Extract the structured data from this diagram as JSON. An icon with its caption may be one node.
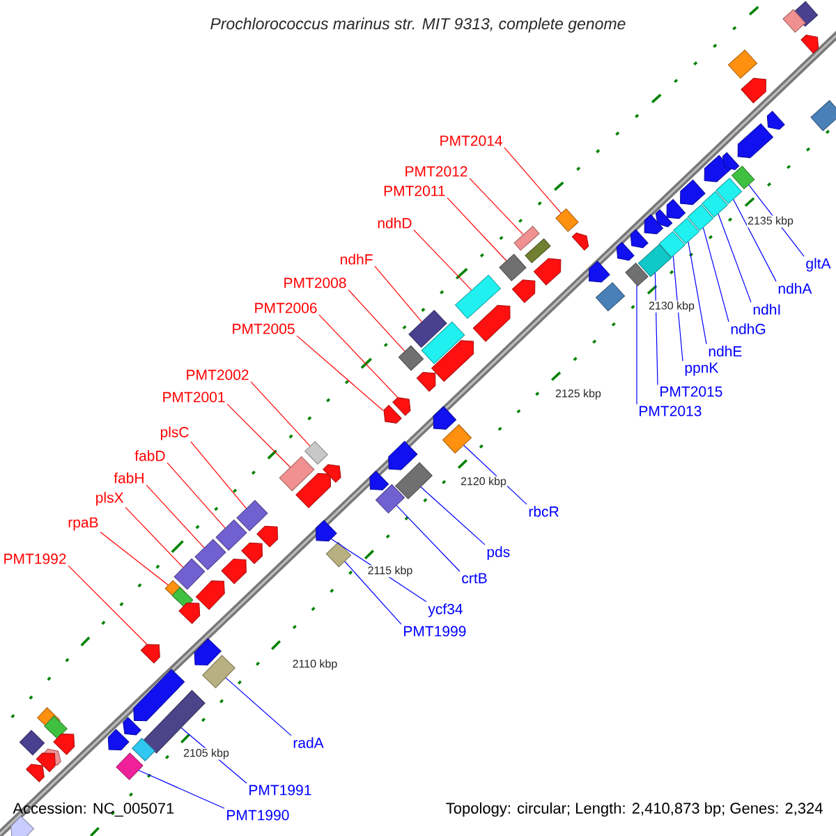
{
  "diagram": {
    "title": "Prochlorococcus marinus str. MIT 9313, complete genome",
    "nodes": [
      {
        "text": [
          "PMT2014"
        ]
      },
      {
        "text": [
          "PMT2012"
        ]
      },
      {
        "text": [
          "PMT2011"
        ]
      },
      {
        "text": [
          "ndhD"
        ]
      },
      {
        "text": [
          "ndhF"
        ]
      },
      {
        "text": [
          "PMT2008"
        ]
      },
      {
        "text": [
          "PMT2006"
        ]
      },
      {
        "text": [
          "PMT2005"
        ]
      },
      {
        "text": [
          "PMT2002"
        ]
      },
      {
        "text": [
          "PMT2001"
        ]
      },
      {
        "text": [
          "plsC"
        ]
      },
      {
        "text": [
          "fabD"
        ]
      },
      {
        "text": [
          "fabH"
        ]
      },
      {
        "text": [
          "plsX"
        ]
      },
      {
        "text": [
          "rpaB"
        ]
      },
      {
        "text": [
          "PMT1992"
        ]
      },
      {
        "text": [
          "gltA"
        ]
      },
      {
        "text": [
          "ndhA"
        ]
      },
      {
        "text": [
          "ndhI"
        ]
      },
      {
        "text": [
          "ndhG"
        ]
      },
      {
        "text": [
          "ndhE"
        ]
      },
      {
        "text": [
          "ppnK"
        ]
      },
      {
        "text": [
          "PMT2015"
        ]
      },
      {
        "text": [
          "PMT2013"
        ]
      },
      {
        "text": [
          "rbcR"
        ]
      },
      {
        "text": [
          "pds"
        ]
      },
      {
        "text": [
          "crtB"
        ]
      },
      {
        "text": [
          "ycf34"
        ]
      },
      {
        "text": [
          "PMT1999"
        ]
      },
      {
        "text": [
          "radA"
        ]
      },
      {
        "text": [
          "PMT1991"
        ]
      },
      {
        "text": [
          "PMT1990"
        ]
      },
      {
        "text": [],
        "shape": "diamond"
      },
      {
        "text": [],
        "shape": "box"
      },
      {
        "text": [],
        "shape": "diamond"
      },
      {
        "text": [],
        "shape": "box"
      },
      {
        "text": [],
        "shape": "box"
      },
      {
        "text": [],
        "shape": "diamond"
      },
      {
        "text": [],
        "shape": "arrow"
      },
      {
        "text": [],
        "shape": "arrow"
      },
      {
        "text": [],
        "shape": "diamond"
      },
      {
        "text": [],
        "shape": "box"
      },
      {
        "text": [],
        "shape": "box"
      },
      {
        "text": [],
        "shape": "box"
      },
      {
        "text": [],
        "shape": "box"
      },
      {
        "text": [],
        "shape": "box"
      },
      {
        "text": [],
        "shape": "box"
      },
      {
        "text": [],
        "shape": "arrow"
      },
      {
        "text": [],
        "shape": "diamond"
      },
      {
        "text": [],
        "shape": "diamond"
      },
      {
        "text": [],
        "shape": "diamond"
      },
      {
        "text": [],
        "shape": "diamond"
      },
      {
        "text": [],
        "shape": "diamond"
      },
      {
        "text": [],
        "shape": "diamond"
      },
      {
        "text": [],
        "shape": "box"
      },
      {
        "text": [],
        "shape": "diamond"
      },
      {
        "text": [],
        "shape": "diamond"
      },
      {
        "text": [],
        "shape": "box"
      },
      {
        "text": [],
        "shape": "diamond"
      },
      {
        "text": [],
        "shape": "arrow"
      },
      {
        "text": [],
        "shape": "diamond"
      },
      {
        "text": [],
        "shape": "box"
      },
      {
        "text": [],
        "shape": "box"
      },
      {
        "text": [],
        "shape": "diamond"
      },
      {
        "text": [],
        "shape": "diamond"
      },
      {
        "text": [],
        "shape": "diamond"
      },
      {
        "text": [],
        "shape": "diamond"
      },
      {
        "text": [],
        "shape": "arrow"
      },
      {
        "text": [],
        "shape": "arrow"
      },
      {
        "text": [],
        "shape": "arrow"
      },
      {
        "text": [],
        "shape": "arrow"
      },
      {
        "text": [],
        "shape": "box"
      },
      {
        "text": [],
        "shape": "arrow"
      },
      {
        "text": [],
        "shape": "arrow"
      },
      {
        "text": [],
        "shape": "arrow"
      },
      {
        "text": [],
        "shape": "arrow"
      },
      {
        "text": [],
        "shape": "arrow"
      },
      {
        "text": [],
        "shape": "arrow"
      },
      {
        "text": [],
        "shape": "arrow"
      },
      {
        "text": [],
        "shape": "box"
      },
      {
        "text": [],
        "shape": "arrow"
      },
      {
        "text": [],
        "shape": "arrow"
      },
      {
        "text": [],
        "shape": "arrow"
      },
      {
        "text": [],
        "shape": "box"
      },
      {
        "text": [],
        "shape": "arrow"
      },
      {
        "text": [],
        "shape": "arrow"
      },
      {
        "text": [],
        "shape": "arrow"
      },
      {
        "text": [],
        "shape": "diamond"
      },
      {
        "text": [],
        "shape": "arrow"
      },
      {
        "text": [],
        "shape": "diamond"
      },
      {
        "text": [],
        "shape": "diamond"
      },
      {
        "text": [],
        "shape": "arrow"
      },
      {
        "text": [],
        "shape": "arrow"
      },
      {
        "text": [],
        "shape": "arrow"
      },
      {
        "text": [],
        "shape": "arrow"
      },
      {
        "text": [],
        "shape": "diamond"
      },
      {
        "text": [],
        "shape": "arrow"
      },
      {
        "text": [],
        "shape": "arrow"
      },
      {
        "text": [],
        "shape": "arrow"
      },
      {
        "text": [],
        "shape": "arrow"
      },
      {
        "text": [],
        "shape": "arrow"
      },
      {
        "text": [],
        "shape": "diamond"
      },
      {
        "text": [],
        "shape": "arrow"
      },
      {
        "text": [],
        "shape": "arrow"
      },
      {
        "text": [],
        "shape": "arrow"
      },
      {
        "text": [],
        "shape": "arrow"
      },
      {
        "text": [],
        "shape": "arrow"
      },
      {
        "text": [],
        "shape": "arrow"
      },
      {
        "text": [],
        "shape": "arrow"
      },
      {
        "text": [],
        "shape": "arrow"
      },
      {
        "text": [],
        "shape": "arrow"
      },
      {
        "text": [],
        "shape": "arrow"
      },
      {
        "text": [],
        "shape": "box"
      },
      {
        "text": [],
        "shape": "arrow"
      }
    ],
    "edges": [
      {
        "from": 0,
        "to": 32,
        "arrow": "none",
        "color": "#ff0000"
      },
      {
        "from": 1,
        "to": 33,
        "arrow": "none",
        "color": "#ff0000"
      },
      {
        "from": 2,
        "to": 34,
        "arrow": "none",
        "color": "#ff0000"
      },
      {
        "from": 3,
        "to": 35,
        "arrow": "none",
        "color": "#ff0000"
      },
      {
        "from": 4,
        "to": 36,
        "arrow": "none",
        "color": "#ff0000"
      },
      {
        "from": 5,
        "to": 37,
        "arrow": "none",
        "color": "#ff0000"
      },
      {
        "from": 6,
        "to": 38,
        "arrow": "none",
        "color": "#ff0000"
      },
      {
        "from": 7,
        "to": 39,
        "arrow": "none",
        "color": "#ff0000"
      },
      {
        "from": 8,
        "to": 40,
        "arrow": "none",
        "color": "#ff0000"
      },
      {
        "from": 9,
        "to": 41,
        "arrow": "none",
        "color": "#ff0000"
      },
      {
        "from": 10,
        "to": 42,
        "arrow": "none",
        "color": "#ff0000"
      },
      {
        "from": 11,
        "to": 43,
        "arrow": "none",
        "color": "#ff0000"
      },
      {
        "from": 12,
        "to": 44,
        "arrow": "none",
        "color": "#ff0000"
      },
      {
        "from": 13,
        "to": 45,
        "arrow": "none",
        "color": "#ff0000"
      },
      {
        "from": 14,
        "to": 46,
        "arrow": "none",
        "color": "#ff0000"
      },
      {
        "from": 15,
        "to": 47,
        "arrow": "none",
        "color": "#ff0000"
      },
      {
        "from": 16,
        "to": 48,
        "arrow": "none",
        "color": "#0000ff"
      },
      {
        "from": 17,
        "to": 49,
        "arrow": "none",
        "color": "#0000ff"
      },
      {
        "from": 18,
        "to": 50,
        "arrow": "none",
        "color": "#0000ff"
      },
      {
        "from": 19,
        "to": 51,
        "arrow": "none",
        "color": "#0000ff"
      },
      {
        "from": 20,
        "to": 52,
        "arrow": "none",
        "color": "#0000ff"
      },
      {
        "from": 21,
        "to": 53,
        "arrow": "none",
        "color": "#0000ff"
      },
      {
        "from": 22,
        "to": 54,
        "arrow": "none",
        "color": "#0000ff"
      },
      {
        "from": 23,
        "to": 55,
        "arrow": "none",
        "color": "#0000ff"
      },
      {
        "from": 24,
        "to": 56,
        "arrow": "none",
        "color": "#0000ff"
      },
      {
        "from": 25,
        "to": 57,
        "arrow": "none",
        "color": "#0000ff"
      },
      {
        "from": 26,
        "to": 58,
        "arrow": "none",
        "color": "#0000ff"
      },
      {
        "from": 27,
        "to": 59,
        "arrow": "none",
        "color": "#0000ff"
      },
      {
        "from": 28,
        "to": 60,
        "arrow": "none",
        "color": "#0000ff"
      },
      {
        "from": 29,
        "to": 61,
        "arrow": "none",
        "color": "#0000ff"
      },
      {
        "from": 30,
        "to": 62,
        "arrow": "none",
        "color": "#0000ff"
      },
      {
        "from": 31,
        "to": 63,
        "arrow": "none",
        "color": "#0000ff"
      }
    ],
    "labels": [
      "2135 kbp",
      "2130 kbp",
      "2125 kbp",
      "2120 kbp",
      "2115 kbp",
      "2110 kbp",
      "2105 kbp",
      "Accession: NC_005071",
      "Topology: circular; Length: 2,410,873 bp; Genes: 2,324"
    ]
  }
}
